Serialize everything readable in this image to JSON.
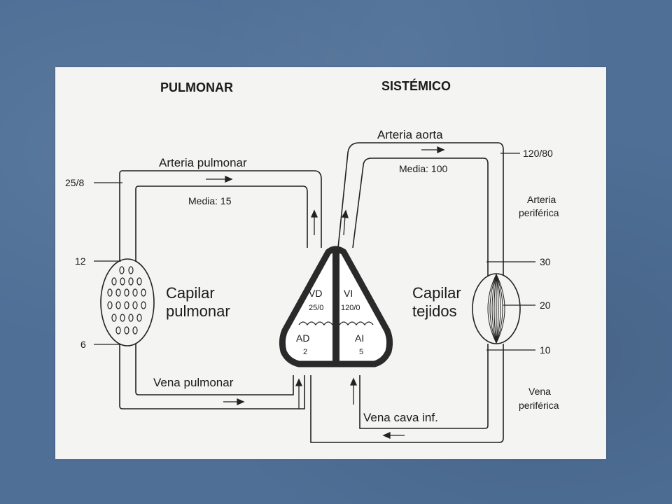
{
  "headings": {
    "pulmonary": "PULMONAR",
    "systemic": "SISTÉMICO"
  },
  "labels": {
    "pulmonary_artery": "Arteria pulmonar",
    "pulmonary_mean": "Media: 15",
    "aorta": "Arteria aorta",
    "aorta_mean": "Media: 100",
    "peripheral_artery_line1": "Arteria",
    "peripheral_artery_line2": "periférica",
    "pulmonary_capillary_line1": "Capilar",
    "pulmonary_capillary_line2": "pulmonar",
    "tissue_capillary_line1": "Capilar",
    "tissue_capillary_line2": "tejidos",
    "pulmonary_vein": "Vena pulmonar",
    "vena_cava": "Vena cava  inf.",
    "peripheral_vein_line1": "Vena",
    "peripheral_vein_line2": "periférica"
  },
  "pressures": {
    "pulmonary_artery": "25/8",
    "pulmonary_capillary_arterial": "12",
    "pulmonary_capillary_venous": "6",
    "aorta": "120/80",
    "systemic_30": "30",
    "systemic_20": "20",
    "systemic_10": "10"
  },
  "heart": {
    "rv": {
      "name": "VD",
      "pressure": "25/0"
    },
    "lv": {
      "name": "VI",
      "pressure": "120/0"
    },
    "ra": {
      "name": "AD",
      "pressure": "2"
    },
    "la": {
      "name": "AI",
      "pressure": "5"
    }
  },
  "colors": {
    "slide_background": "#4f6f96",
    "heart_wall": "#2a2a2a",
    "heart_fill": "#ffffff"
  }
}
